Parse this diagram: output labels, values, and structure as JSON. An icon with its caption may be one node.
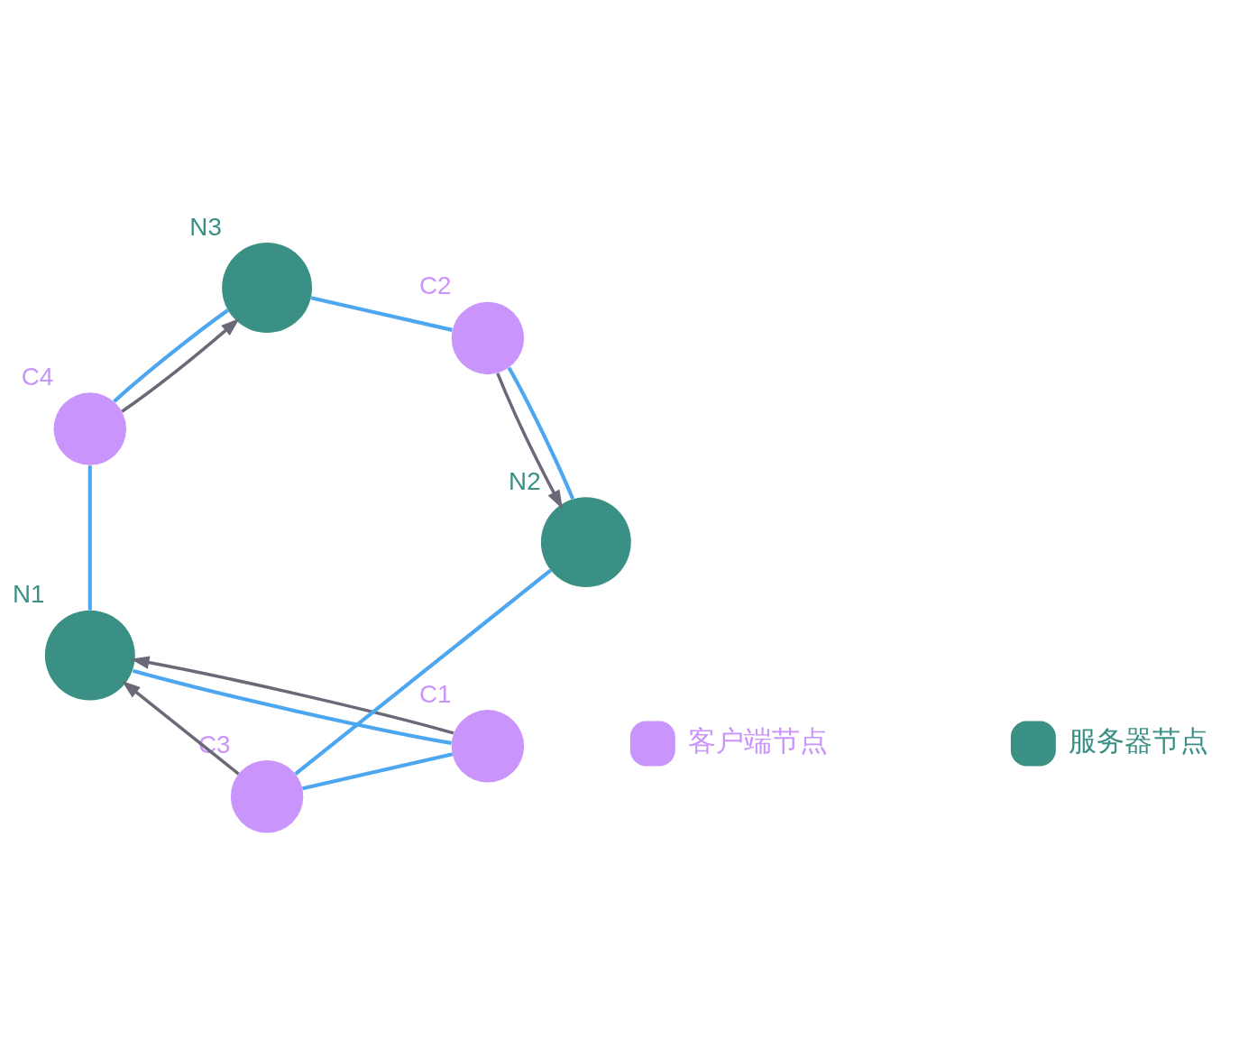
{
  "diagram": {
    "nodes": [
      {
        "text": [],
        "shape": "circle",
        "beside": [
          "C1"
        ]
      },
      {
        "text": [],
        "shape": "circle",
        "beside": [
          "N1"
        ]
      },
      {
        "text": [],
        "shape": "circle",
        "beside": [
          "C3"
        ]
      },
      {
        "text": [],
        "shape": "circle",
        "beside": [
          "N2"
        ]
      },
      {
        "text": [],
        "shape": "circle",
        "beside": [
          "C4"
        ]
      },
      {
        "text": [],
        "shape": "circle",
        "beside": [
          "C2"
        ]
      },
      {
        "text": [],
        "shape": "circle",
        "beside": [
          "N3"
        ]
      }
    ],
    "edges": [
      {
        "from": 0,
        "to": 1,
        "arrow": "none"
      },
      {
        "from": 1,
        "to": 4,
        "arrow": "none"
      },
      {
        "from": 4,
        "to": 6,
        "arrow": "none"
      },
      {
        "from": 6,
        "to": 5,
        "arrow": "none"
      },
      {
        "from": 5,
        "to": 3,
        "arrow": "none"
      },
      {
        "from": 3,
        "to": 2,
        "arrow": "none"
      },
      {
        "from": 2,
        "to": 0,
        "arrow": "none"
      },
      {
        "from": 0,
        "to": 1,
        "arrow": "to",
        "color": "#6b6877"
      },
      {
        "from": 2,
        "to": 1,
        "arrow": "to",
        "color": "#6b6877"
      },
      {
        "from": 5,
        "to": 3,
        "arrow": "to",
        "color": "#6b6877"
      },
      {
        "from": 4,
        "to": 6,
        "arrow": "to",
        "color": "#6b6877"
      }
    ],
    "legend": [
      {
        "text": "客户端节点",
        "color": "#c994fb"
      },
      {
        "text": "服务器节点",
        "color": "#3a9084"
      }
    ]
  }
}
